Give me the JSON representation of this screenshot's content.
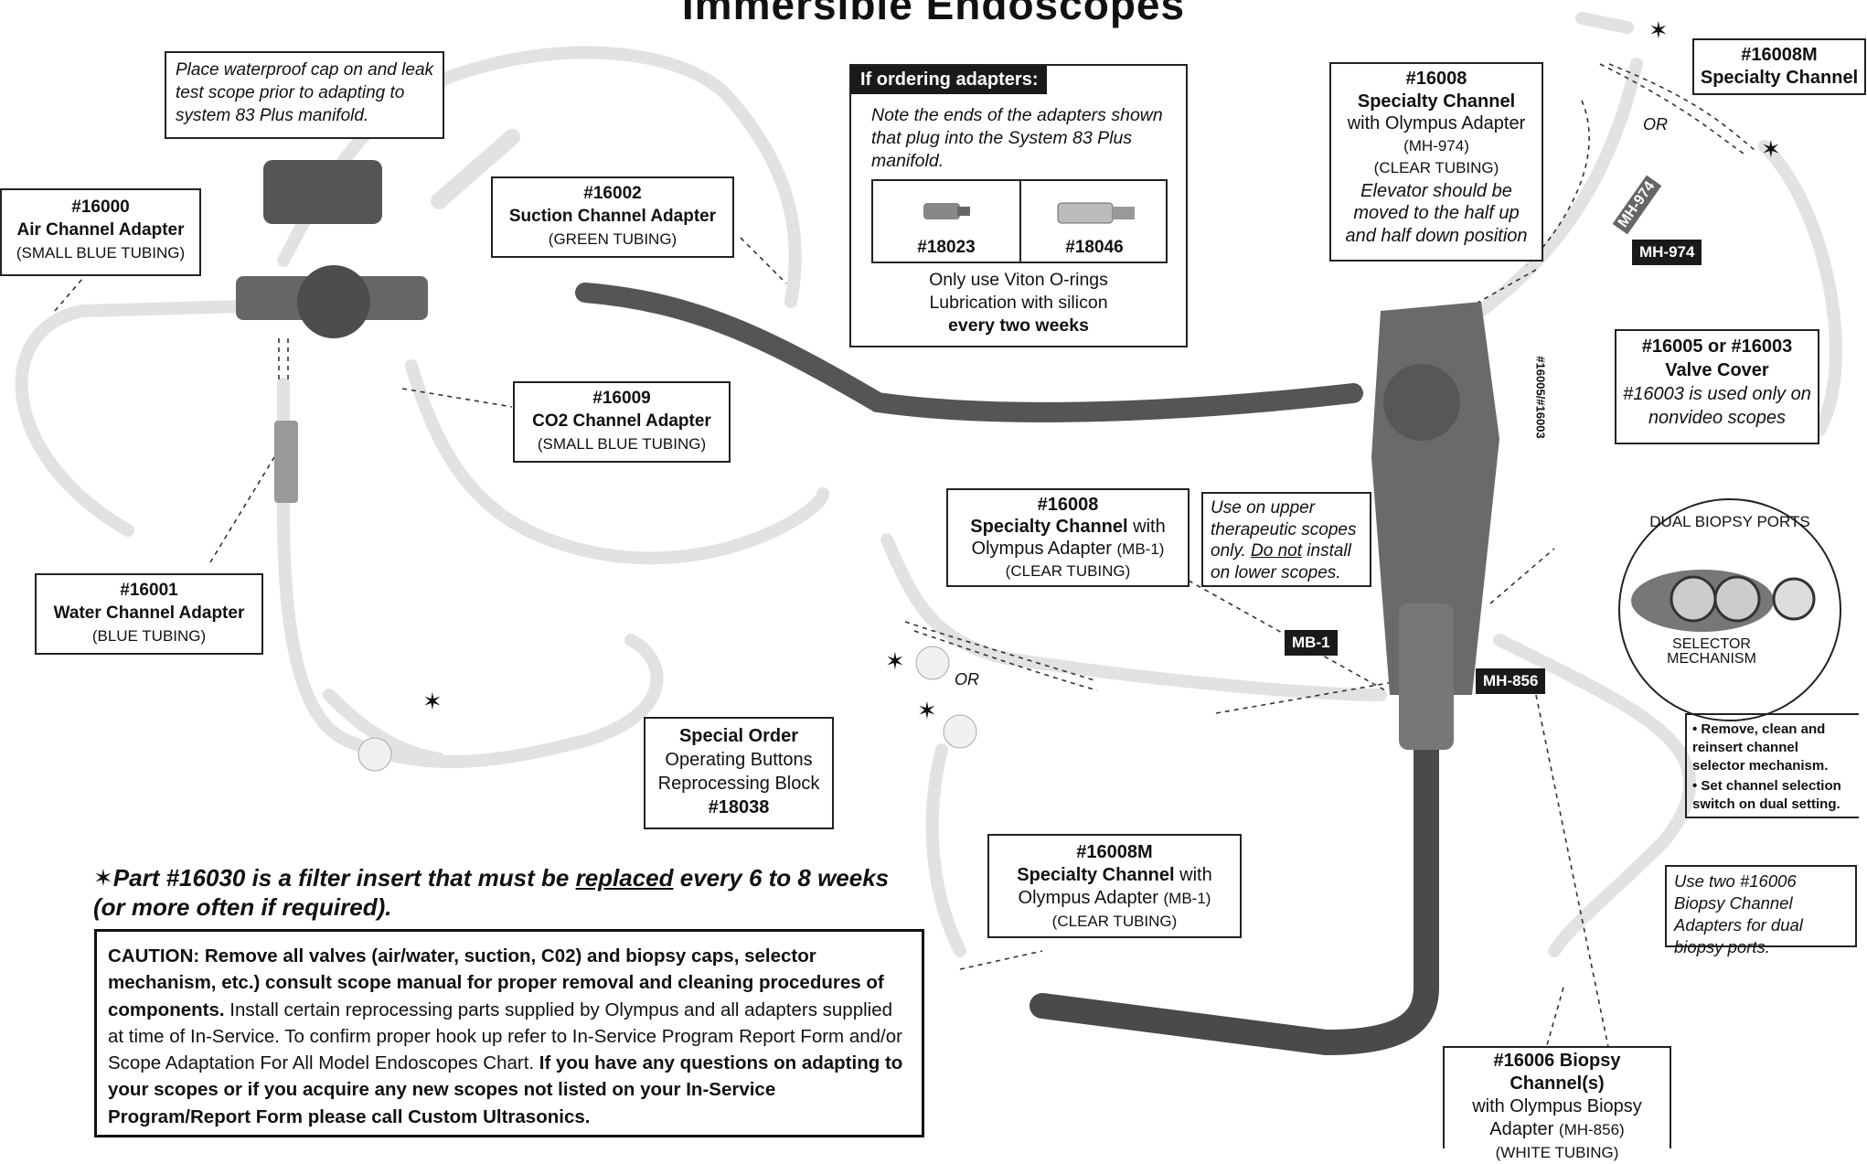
{
  "title": "Immersible Endoscopes",
  "cap_note": "Place waterproof cap on and leak test scope prior to adapting to system 83 Plus manifold.",
  "air": {
    "pn": "#16000",
    "name": "Air Channel Adapter",
    "sub": "(SMALL BLUE TUBING)"
  },
  "suction": {
    "pn": "#16002",
    "name": "Suction Channel Adapter",
    "sub": "(GREEN TUBING)"
  },
  "co2": {
    "pn": "#16009",
    "name": "CO2 Channel Adapter",
    "sub": "(SMALL BLUE TUBING)"
  },
  "water": {
    "pn": "#16001",
    "name": "Water Channel Adapter",
    "sub": "(BLUE TUBING)"
  },
  "special_order": {
    "l1": "Special Order",
    "l2": "Operating Buttons",
    "l3": "Reprocessing Block",
    "l4": "#18038"
  },
  "ordering": {
    "header": "If ordering adapters:",
    "note": "Note the ends of the adapters shown that plug into the System 83 Plus manifold.",
    "left_num": "#18023",
    "right_num": "#18046",
    "foot1": "Only use Viton O-rings",
    "foot2": "Lubrication with silicon",
    "foot3": "every two weeks"
  },
  "spec_top": {
    "pn": "#16008",
    "name": "Specialty Channel",
    "sub1": "with Olympus Adapter",
    "sub2": "(MH-974)",
    "sub3": "(CLEAR TUBING)",
    "note": "Elevator should be moved to the half up and half down position"
  },
  "spec_top_m": {
    "pn": "#16008M",
    "name": "Specialty Channel"
  },
  "valve": {
    "pn": "#16005 or #16003",
    "name": "Valve Cover",
    "note": "#16003 is used only on nonvideo scopes",
    "vertical": "#16005/#16003"
  },
  "spec_mid": {
    "pn": "#16008",
    "name": "Specialty Channel",
    "with": "with",
    "sub1": "Olympus Adapter",
    "sub1b": "(MB-1)",
    "sub2": "(CLEAR TUBING)"
  },
  "upper_note": {
    "l1": "Use on upper",
    "l2": "therapeutic scopes",
    "l3a": "only.",
    "l3b": "Do not",
    "l3c": "install",
    "l4": "on lower scopes."
  },
  "spec_low": {
    "pn": "#16008M",
    "name": "Specialty Channel",
    "with": "with",
    "sub1": "Olympus Adapter",
    "sub1b": "(MB-1)",
    "sub2": "(CLEAR TUBING)"
  },
  "dual": {
    "title": "DUAL BIOPSY PORTS",
    "selector1": "SELECTOR",
    "selector2": "MECHANISM"
  },
  "bullets": {
    "b1": "• Remove, clean and reinsert channel selector mechanism.",
    "b2": "• Set channel selection switch on dual setting."
  },
  "two_note": "Use two #16006 Biopsy Channel Adapters for dual biopsy ports.",
  "biopsy": {
    "pn": "#16006 Biopsy Channel(s)",
    "sub1": "with Olympus Biopsy",
    "sub2a": "Adapter",
    "sub2b": "(MH-856)",
    "sub3": "(WHITE TUBING)"
  },
  "tags": {
    "mh974": "MH-974",
    "mb1": "MB-1",
    "mh856": "MH-856",
    "mh974_on_tube": "MH-974"
  },
  "or_text": "OR",
  "star": "✶",
  "footnote": {
    "star": "✶",
    "a": "Part #16030 is a filter insert that must be",
    "b": "replaced",
    "c": "every 6 to 8 weeks",
    "d": "(or more often if required)."
  },
  "caution": {
    "b1": "CAUTION:  Remove all valves (air/water, suction, C02) and biopsy caps, selector mechanism, etc.) consult scope manual for proper removal and cleaning procedures of components.",
    "t1": "  Install certain reprocessing parts supplied by Olympus and all adapters supplied at time of In-Service. To confirm proper hook up refer to In-Service Program Report Form and/or Scope Adaptation For All Model Endoscopes Chart.",
    "b2": " If you have any questions on adapting to your scopes or if you acquire any new scopes not listed on your In-Service Program/Report Form please call Custom Ultrasonics."
  },
  "colors": {
    "scope_body": "#5a5a5a",
    "scope_tube": "#4a4a4a",
    "tubing": "#e6e6e6",
    "tag_bg": "#1a1a1a"
  }
}
